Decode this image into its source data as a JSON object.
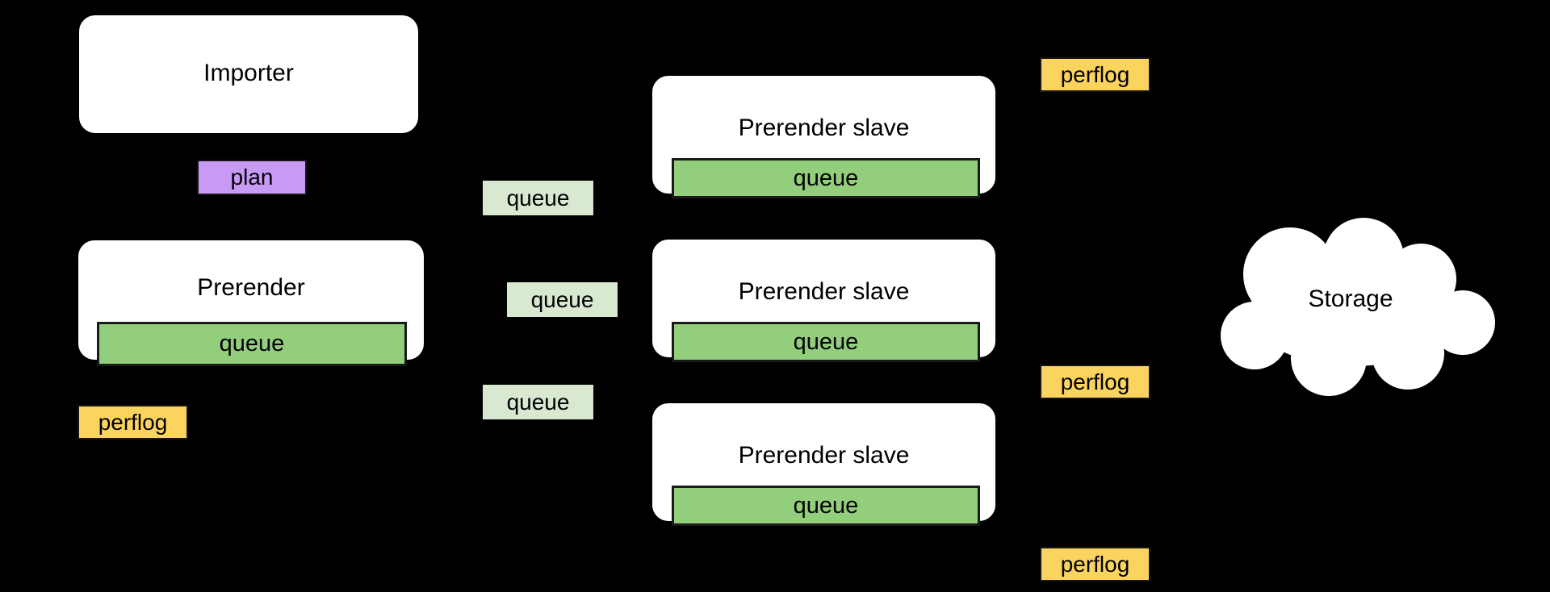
{
  "diagram": {
    "background": "#000000",
    "colors": {
      "node_fill": "#ffffff",
      "queue_bar_fill": "#93ce7d",
      "queue_tag_fill": "#d8e8d1",
      "perflog_fill": "#fbd35f",
      "plan_fill": "#c79af5",
      "text": "#000000"
    },
    "nodes": {
      "importer": {
        "label": "Importer"
      },
      "prerender": {
        "label": "Prerender",
        "queue_label": "queue"
      },
      "slaves": [
        {
          "label": "Prerender slave",
          "queue_label": "queue"
        },
        {
          "label": "Prerender slave",
          "queue_label": "queue"
        },
        {
          "label": "Prerender slave",
          "queue_label": "queue"
        }
      ],
      "storage": {
        "label": "Storage"
      }
    },
    "tags": {
      "plan": {
        "label": "plan"
      },
      "perflog_left": {
        "label": "perflog"
      },
      "perflog_right": [
        {
          "label": "perflog"
        },
        {
          "label": "perflog"
        },
        {
          "label": "perflog"
        }
      ],
      "queue_tags": [
        {
          "label": "queue"
        },
        {
          "label": "queue"
        },
        {
          "label": "queue"
        }
      ]
    }
  }
}
